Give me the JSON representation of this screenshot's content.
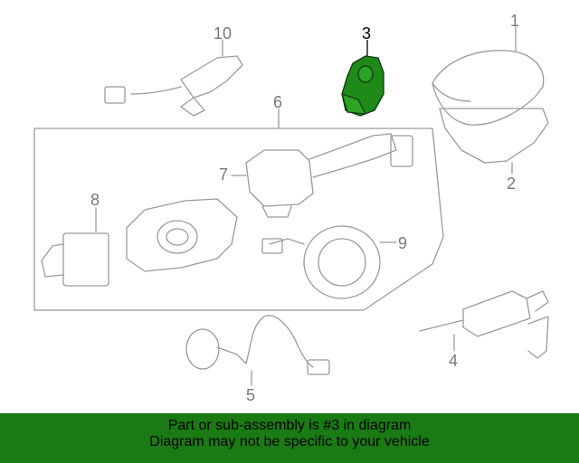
{
  "callouts": {
    "c1": "1",
    "c2": "2",
    "c3": "3",
    "c4": "4",
    "c5": "5",
    "c6": "6",
    "c7": "7",
    "c8": "8",
    "c9": "9",
    "c10": "10"
  },
  "highlight_part": "3",
  "colors": {
    "highlight_fill": "#1f8a1a",
    "line": "#9a9a9a",
    "banner_bg": "#1a7a14",
    "banner_text": "#000000"
  },
  "banner": {
    "line1": "Part or sub-assembly is #3 in diagram",
    "line2": "Diagram may not be specific to your vehicle"
  }
}
